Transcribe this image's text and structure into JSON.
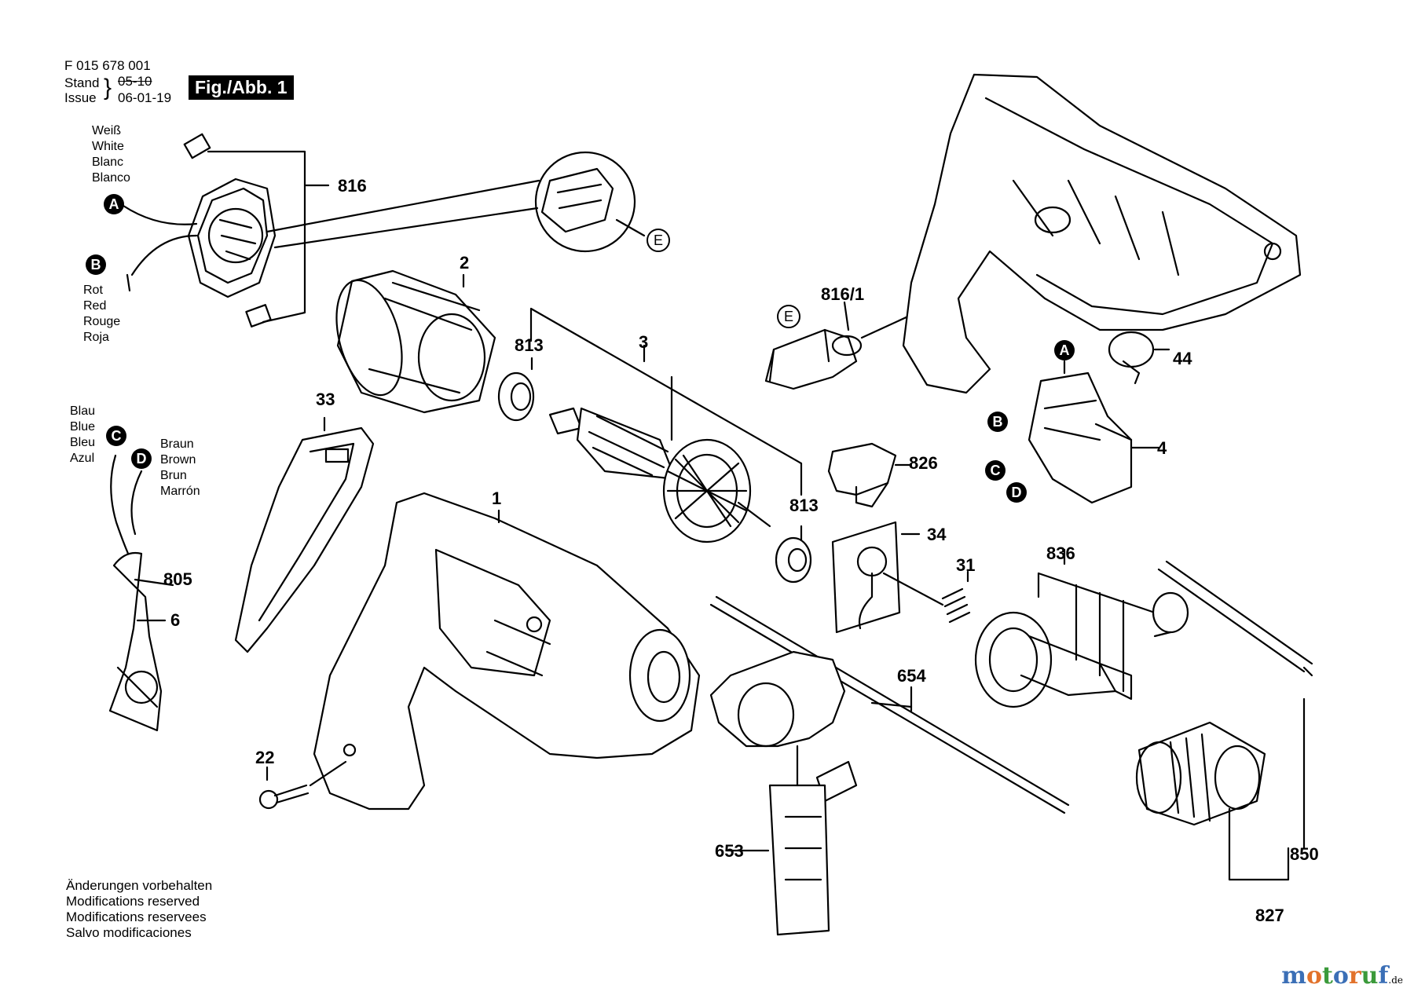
{
  "header": {
    "doc_number": "F 015 678 001",
    "stand_label": "Stand",
    "issue_label": "Issue",
    "stand_value": "05-10",
    "issue_value": "06-01-19",
    "figure_label": "Fig./Abb. 1"
  },
  "wire_colors": {
    "white": [
      "Weiß",
      "White",
      "Blanc",
      "Blanco"
    ],
    "red": [
      "Rot",
      "Red",
      "Rouge",
      "Roja"
    ],
    "blue": [
      "Blau",
      "Blue",
      "Bleu",
      "Azul"
    ],
    "brown": [
      "Braun",
      "Brown",
      "Brun",
      "Marrón"
    ]
  },
  "connection_markers": [
    "A",
    "B",
    "C",
    "D",
    "E"
  ],
  "part_numbers": {
    "p816": "816",
    "p2": "2",
    "p813a": "813",
    "p3": "3",
    "p33": "33",
    "p816_1": "816/1",
    "p44": "44",
    "p4": "4",
    "p826": "826",
    "p813b": "813",
    "p34": "34",
    "p31": "31",
    "p836": "836",
    "p1": "1",
    "p805": "805",
    "p6": "6",
    "p654": "654",
    "p22": "22",
    "p653": "653",
    "p850": "850",
    "p827": "827"
  },
  "footer_notes": [
    "Änderungen vorbehalten",
    "Modifications reserved",
    "Modifications reservees",
    "Salvo modificaciones"
  ],
  "watermark": {
    "brand": "motoruf",
    "tld": ".de",
    "colors": [
      "#3b6fb6",
      "#e2722b",
      "#3b9a3b"
    ]
  }
}
